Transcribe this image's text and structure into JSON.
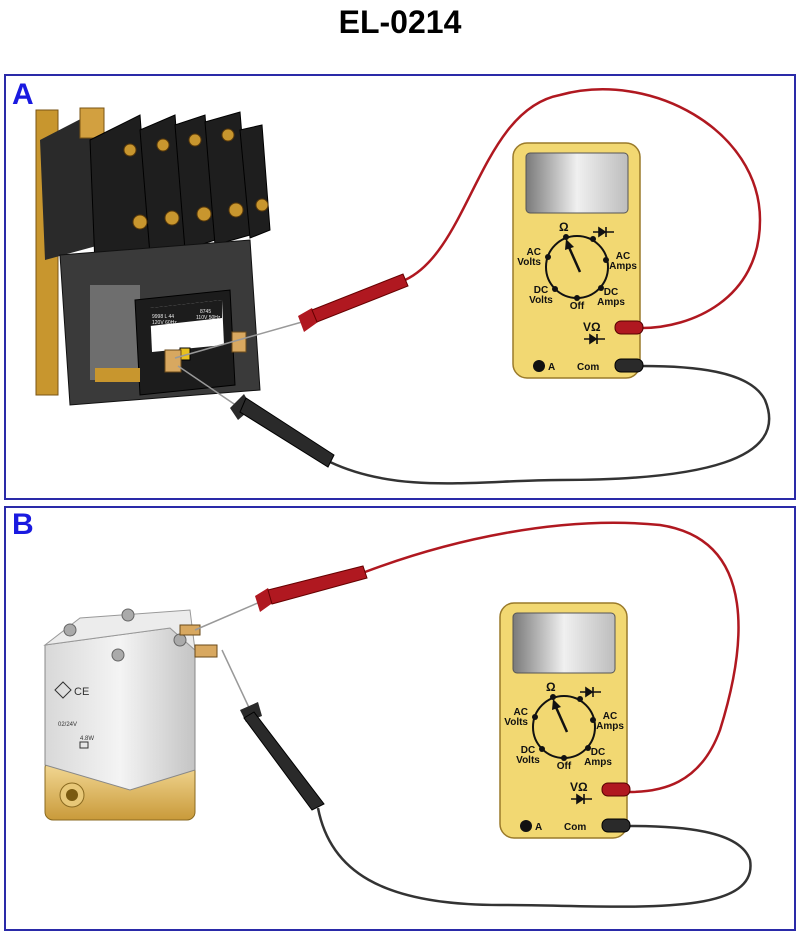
{
  "title": "EL-0214",
  "panels": [
    {
      "label": "A",
      "device": "contactor",
      "device_text": [
        "9998 L 44",
        "120V 60Hz",
        "8745",
        "110V 50Hz"
      ]
    },
    {
      "label": "B",
      "device": "solenoid-valve",
      "device_text": [
        "02/24V",
        "4.8W"
      ]
    }
  ],
  "meter": {
    "ohm": "Ω",
    "ac_volts": [
      "AC",
      "Volts"
    ],
    "ac_amps": [
      "AC",
      "Amps"
    ],
    "dc_volts": [
      "DC",
      "Volts"
    ],
    "dc_amps": [
      "DC",
      "Amps"
    ],
    "off": "Off",
    "v_ohm_jack": "VΩ",
    "amp_jack": "A",
    "com_jack": "Com",
    "selected": "Ω"
  },
  "colors": {
    "panel_border": "#2a2aa8",
    "panel_label": "#1a1ae0",
    "meter_body": "#f2d872",
    "red_lead": "#b01820",
    "black_lead": "#333333"
  }
}
